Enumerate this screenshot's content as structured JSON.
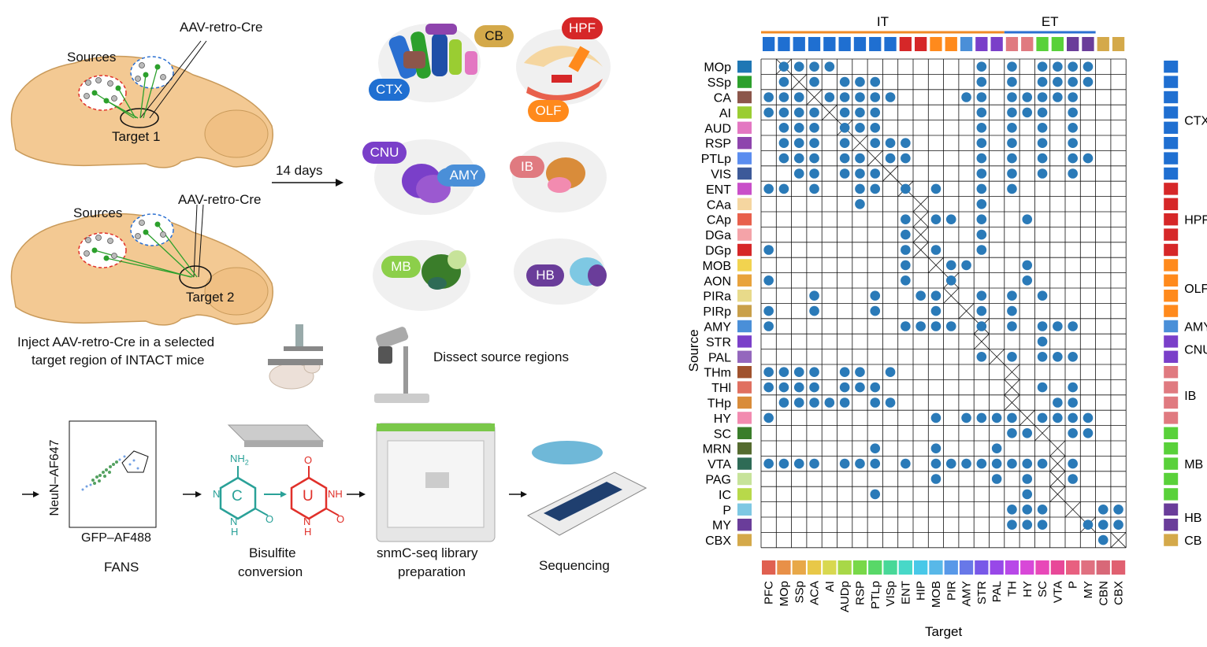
{
  "left": {
    "step1": {
      "virus": "AAV-retro-Cre",
      "sources": "Sources",
      "target": "Target 1"
    },
    "step2": {
      "virus": "AAV-retro-Cre",
      "sources": "Sources",
      "target": "Target 2"
    },
    "inject_line1": "Inject AAV-retro-Cre in a selected",
    "inject_line2": "target region of INTACT mice",
    "days": "14 days",
    "dissect": "Dissect source regions",
    "brains": [
      "CB",
      "HPF",
      "CTX",
      "OLF",
      "CNU",
      "AMY",
      "IB",
      "MB",
      "HB"
    ],
    "fans": {
      "ylabel": "NeuN–AF647",
      "xlabel": "GFP–AF488",
      "caption": "FANS"
    },
    "bisulfite": {
      "line1": "Bisulfite",
      "line2": "conversion",
      "nh2": "NH",
      "nh2_sub": "2",
      "c": "C",
      "u": "U",
      "n": "N",
      "h": "H",
      "nh": "NH",
      "o": "O"
    },
    "snmc": {
      "line1": "snmC-seq library",
      "line2": "preparation"
    },
    "sequencing": "Sequencing"
  },
  "matrix": {
    "ylabel": "Source",
    "xlabel": "Target",
    "top_groups": [
      "IT",
      "ET"
    ],
    "sources": [
      "MOp",
      "SSp",
      "CA",
      "AI",
      "AUD",
      "RSP",
      "PTLp",
      "VIS",
      "ENT",
      "CAa",
      "CAp",
      "DGa",
      "DGp",
      "MOB",
      "AON",
      "PIRa",
      "PIRp",
      "AMY",
      "STR",
      "PAL",
      "THm",
      "THl",
      "THp",
      "HY",
      "SC",
      "MRN",
      "VTA",
      "PAG",
      "IC",
      "P",
      "MY",
      "CBX"
    ],
    "source_colors": [
      "#1f77b4",
      "#2ca02c",
      "#8c564b",
      "#9acd32",
      "#e377c2",
      "#8e44ad",
      "#5b8def",
      "#3d5a99",
      "#c94fc9",
      "#f5d6a0",
      "#e8604c",
      "#f4a3a8",
      "#d62728",
      "#f2d34f",
      "#e8a33c",
      "#e8da8a",
      "#c9a04a",
      "#4a8fd8",
      "#7a3fc9",
      "#9467bd",
      "#a0522d",
      "#e07060",
      "#d98c3a",
      "#f28bb0",
      "#3a7d2a",
      "#556b2f",
      "#2e6b56",
      "#c7e39a",
      "#b8d94a",
      "#7ec8e3",
      "#6a3d9a",
      "#d4a94a"
    ],
    "targets": [
      "PFC",
      "MOp",
      "SSp",
      "ACA",
      "AI",
      "AUDp",
      "RSP",
      "PTLp",
      "VISp",
      "ENT",
      "HIP",
      "MOB",
      "PIR",
      "AMY",
      "STR",
      "PAL",
      "TH",
      "HY",
      "SC",
      "VTA",
      "P",
      "MY",
      "CBN",
      "CBX"
    ],
    "target_colors": [
      "#e06050",
      "#e89048",
      "#e8a848",
      "#e8c848",
      "#d8d850",
      "#a8d848",
      "#78d848",
      "#58d868",
      "#48d898",
      "#48d8c8",
      "#48c8e8",
      "#58b8e8",
      "#5898e8",
      "#6878e8",
      "#7858e8",
      "#9848e8",
      "#b848e8",
      "#d848d8",
      "#e848b8",
      "#e84898",
      "#e86080",
      "#e07080",
      "#d86878",
      "#e06070"
    ],
    "cell_data": [
      [
        0,
        1,
        1,
        1,
        1,
        0,
        0,
        0,
        0,
        0,
        0,
        0,
        0,
        0,
        1,
        0,
        1,
        0,
        1,
        1,
        1,
        1,
        0,
        0
      ],
      [
        0,
        1,
        0,
        1,
        0,
        1,
        1,
        1,
        0,
        0,
        0,
        0,
        0,
        0,
        1,
        0,
        1,
        0,
        1,
        1,
        1,
        1,
        0,
        0
      ],
      [
        1,
        1,
        1,
        0,
        1,
        1,
        1,
        1,
        1,
        0,
        0,
        0,
        0,
        1,
        1,
        0,
        1,
        1,
        1,
        1,
        1,
        0,
        0,
        0
      ],
      [
        1,
        1,
        1,
        1,
        0,
        1,
        1,
        1,
        0,
        0,
        0,
        0,
        0,
        0,
        1,
        0,
        1,
        1,
        1,
        0,
        1,
        0,
        0,
        0
      ],
      [
        0,
        1,
        1,
        1,
        0,
        1,
        1,
        1,
        0,
        0,
        0,
        0,
        0,
        0,
        1,
        0,
        1,
        0,
        1,
        0,
        1,
        0,
        0,
        0
      ],
      [
        0,
        1,
        1,
        1,
        0,
        1,
        0,
        1,
        1,
        1,
        0,
        0,
        0,
        0,
        1,
        0,
        1,
        0,
        1,
        0,
        1,
        0,
        0,
        0
      ],
      [
        0,
        1,
        1,
        1,
        0,
        1,
        1,
        0,
        1,
        1,
        0,
        0,
        0,
        0,
        1,
        0,
        1,
        0,
        1,
        0,
        1,
        1,
        0,
        0
      ],
      [
        0,
        0,
        1,
        1,
        0,
        1,
        1,
        1,
        0,
        0,
        0,
        0,
        0,
        0,
        1,
        0,
        1,
        0,
        1,
        0,
        1,
        0,
        0,
        0
      ],
      [
        1,
        1,
        0,
        1,
        0,
        0,
        1,
        1,
        0,
        1,
        0,
        1,
        0,
        0,
        1,
        0,
        1,
        0,
        0,
        0,
        0,
        0,
        0,
        0
      ],
      [
        0,
        0,
        0,
        0,
        0,
        0,
        1,
        0,
        0,
        0,
        0,
        0,
        0,
        0,
        1,
        0,
        0,
        0,
        0,
        0,
        0,
        0,
        0,
        0
      ],
      [
        0,
        0,
        0,
        0,
        0,
        0,
        0,
        0,
        0,
        1,
        0,
        1,
        1,
        0,
        1,
        0,
        0,
        1,
        0,
        0,
        0,
        0,
        0,
        0
      ],
      [
        0,
        0,
        0,
        0,
        0,
        0,
        0,
        0,
        0,
        1,
        0,
        0,
        0,
        0,
        1,
        0,
        0,
        0,
        0,
        0,
        0,
        0,
        0,
        0
      ],
      [
        1,
        0,
        0,
        0,
        0,
        0,
        0,
        0,
        0,
        1,
        0,
        1,
        0,
        0,
        1,
        0,
        0,
        0,
        0,
        0,
        0,
        0,
        0,
        0
      ],
      [
        0,
        0,
        0,
        0,
        0,
        0,
        0,
        0,
        0,
        1,
        0,
        0,
        1,
        1,
        0,
        0,
        0,
        1,
        0,
        0,
        0,
        0,
        0,
        0
      ],
      [
        1,
        0,
        0,
        0,
        0,
        0,
        0,
        0,
        0,
        1,
        0,
        0,
        1,
        0,
        0,
        0,
        0,
        1,
        0,
        0,
        0,
        0,
        0,
        0
      ],
      [
        0,
        0,
        0,
        1,
        0,
        0,
        0,
        1,
        0,
        0,
        1,
        1,
        0,
        0,
        1,
        0,
        1,
        0,
        1,
        0,
        0,
        0,
        0,
        0
      ],
      [
        1,
        0,
        0,
        1,
        0,
        0,
        0,
        1,
        0,
        0,
        0,
        1,
        0,
        0,
        1,
        0,
        1,
        0,
        0,
        0,
        0,
        0,
        0,
        0
      ],
      [
        1,
        0,
        0,
        0,
        0,
        0,
        0,
        0,
        0,
        1,
        1,
        1,
        1,
        0,
        1,
        0,
        1,
        0,
        1,
        1,
        1,
        0,
        0,
        0
      ],
      [
        0,
        0,
        0,
        0,
        0,
        0,
        0,
        0,
        0,
        0,
        0,
        0,
        0,
        0,
        0,
        0,
        0,
        0,
        1,
        0,
        0,
        0,
        0,
        0
      ],
      [
        0,
        0,
        0,
        0,
        0,
        0,
        0,
        0,
        0,
        0,
        0,
        0,
        0,
        0,
        1,
        0,
        1,
        0,
        1,
        1,
        1,
        0,
        0,
        0
      ],
      [
        1,
        1,
        1,
        1,
        0,
        1,
        1,
        0,
        1,
        0,
        0,
        0,
        0,
        0,
        0,
        0,
        0,
        0,
        0,
        0,
        0,
        0,
        0,
        0
      ],
      [
        1,
        1,
        1,
        1,
        0,
        1,
        1,
        1,
        0,
        0,
        0,
        0,
        0,
        0,
        0,
        0,
        0,
        0,
        1,
        0,
        1,
        0,
        0,
        0
      ],
      [
        0,
        1,
        1,
        1,
        1,
        1,
        0,
        1,
        1,
        0,
        0,
        0,
        0,
        0,
        0,
        0,
        0,
        0,
        0,
        1,
        1,
        0,
        0,
        0
      ],
      [
        1,
        0,
        0,
        0,
        0,
        0,
        0,
        0,
        0,
        0,
        0,
        1,
        0,
        1,
        1,
        1,
        1,
        0,
        1,
        1,
        1,
        1,
        0,
        0
      ],
      [
        0,
        0,
        0,
        0,
        0,
        0,
        0,
        0,
        0,
        0,
        0,
        0,
        0,
        0,
        0,
        0,
        1,
        1,
        0,
        0,
        1,
        1,
        0,
        0
      ],
      [
        0,
        0,
        0,
        0,
        0,
        0,
        0,
        1,
        0,
        0,
        0,
        1,
        0,
        0,
        0,
        1,
        0,
        0,
        0,
        0,
        0,
        0,
        0,
        0
      ],
      [
        1,
        1,
        1,
        1,
        0,
        1,
        1,
        1,
        0,
        1,
        0,
        1,
        1,
        1,
        1,
        1,
        1,
        1,
        1,
        0,
        1,
        0,
        0,
        0
      ],
      [
        0,
        0,
        0,
        0,
        0,
        0,
        0,
        0,
        0,
        0,
        0,
        1,
        0,
        0,
        0,
        1,
        0,
        1,
        0,
        0,
        1,
        0,
        0,
        0
      ],
      [
        0,
        0,
        0,
        0,
        0,
        0,
        0,
        1,
        0,
        0,
        0,
        0,
        0,
        0,
        0,
        0,
        0,
        1,
        0,
        0,
        0,
        0,
        0,
        0
      ],
      [
        0,
        0,
        0,
        0,
        0,
        0,
        0,
        0,
        0,
        0,
        0,
        0,
        0,
        0,
        0,
        0,
        1,
        1,
        1,
        0,
        0,
        0,
        1,
        1
      ],
      [
        0,
        0,
        0,
        0,
        0,
        0,
        0,
        0,
        0,
        0,
        0,
        0,
        0,
        0,
        0,
        0,
        1,
        1,
        1,
        0,
        0,
        1,
        1,
        1
      ],
      [
        0,
        0,
        0,
        0,
        0,
        0,
        0,
        0,
        0,
        0,
        0,
        0,
        0,
        0,
        0,
        0,
        0,
        0,
        0,
        0,
        0,
        0,
        1,
        0
      ]
    ],
    "diagonal_cols": [
      1,
      2,
      3,
      4,
      5,
      6,
      7,
      8,
      9,
      10,
      10,
      10,
      10,
      11,
      12,
      12,
      13,
      14,
      14,
      15,
      16,
      16,
      16,
      17,
      18,
      19,
      19,
      19,
      19,
      20,
      21,
      23
    ],
    "right_groups": [
      {
        "label": "CTX",
        "color": "#1f6fd1",
        "start": 0,
        "end": 7
      },
      {
        "label": "HPF",
        "color": "#d62728",
        "start": 8,
        "end": 12
      },
      {
        "label": "OLF",
        "color": "#ff8a1c",
        "start": 13,
        "end": 16
      },
      {
        "label": "AMY",
        "color": "#4a8fd8",
        "start": 17,
        "end": 17
      },
      {
        "label": "CNU",
        "color": "#7a3fc9",
        "start": 18,
        "end": 19
      },
      {
        "label": "IB",
        "color": "#e07a80",
        "start": 20,
        "end": 23
      },
      {
        "label": "MB",
        "color": "#59d13a",
        "start": 24,
        "end": 28
      },
      {
        "label": "HB",
        "color": "#6a3d9a",
        "start": 29,
        "end": 30
      },
      {
        "label": "CB",
        "color": "#d4a94a",
        "start": 31,
        "end": 31
      }
    ],
    "top_row_colors": [
      "#1f6fd1",
      "#1f6fd1",
      "#1f6fd1",
      "#1f6fd1",
      "#1f6fd1",
      "#1f6fd1",
      "#1f6fd1",
      "#1f6fd1",
      "#1f6fd1",
      "#d62728",
      "#d62728",
      "#ff8a1c",
      "#ff8a1c",
      "#4a8fd8",
      "#7a3fc9",
      "#7a3fc9",
      "#e07a80",
      "#e07a80",
      "#59d13a",
      "#59d13a",
      "#6a3d9a",
      "#6a3d9a",
      "#d4a94a",
      "#d4a94a"
    ],
    "dot_color": "#2a7ab8"
  },
  "colors": {
    "brain": "#f2c992",
    "brain_outline": "#c99a5a",
    "green_path": "#2ca02c",
    "cytosine": "#2aa198",
    "uracil": "#e0302a",
    "it_line": "#f08a24",
    "et_line": "#2a6fd1"
  }
}
